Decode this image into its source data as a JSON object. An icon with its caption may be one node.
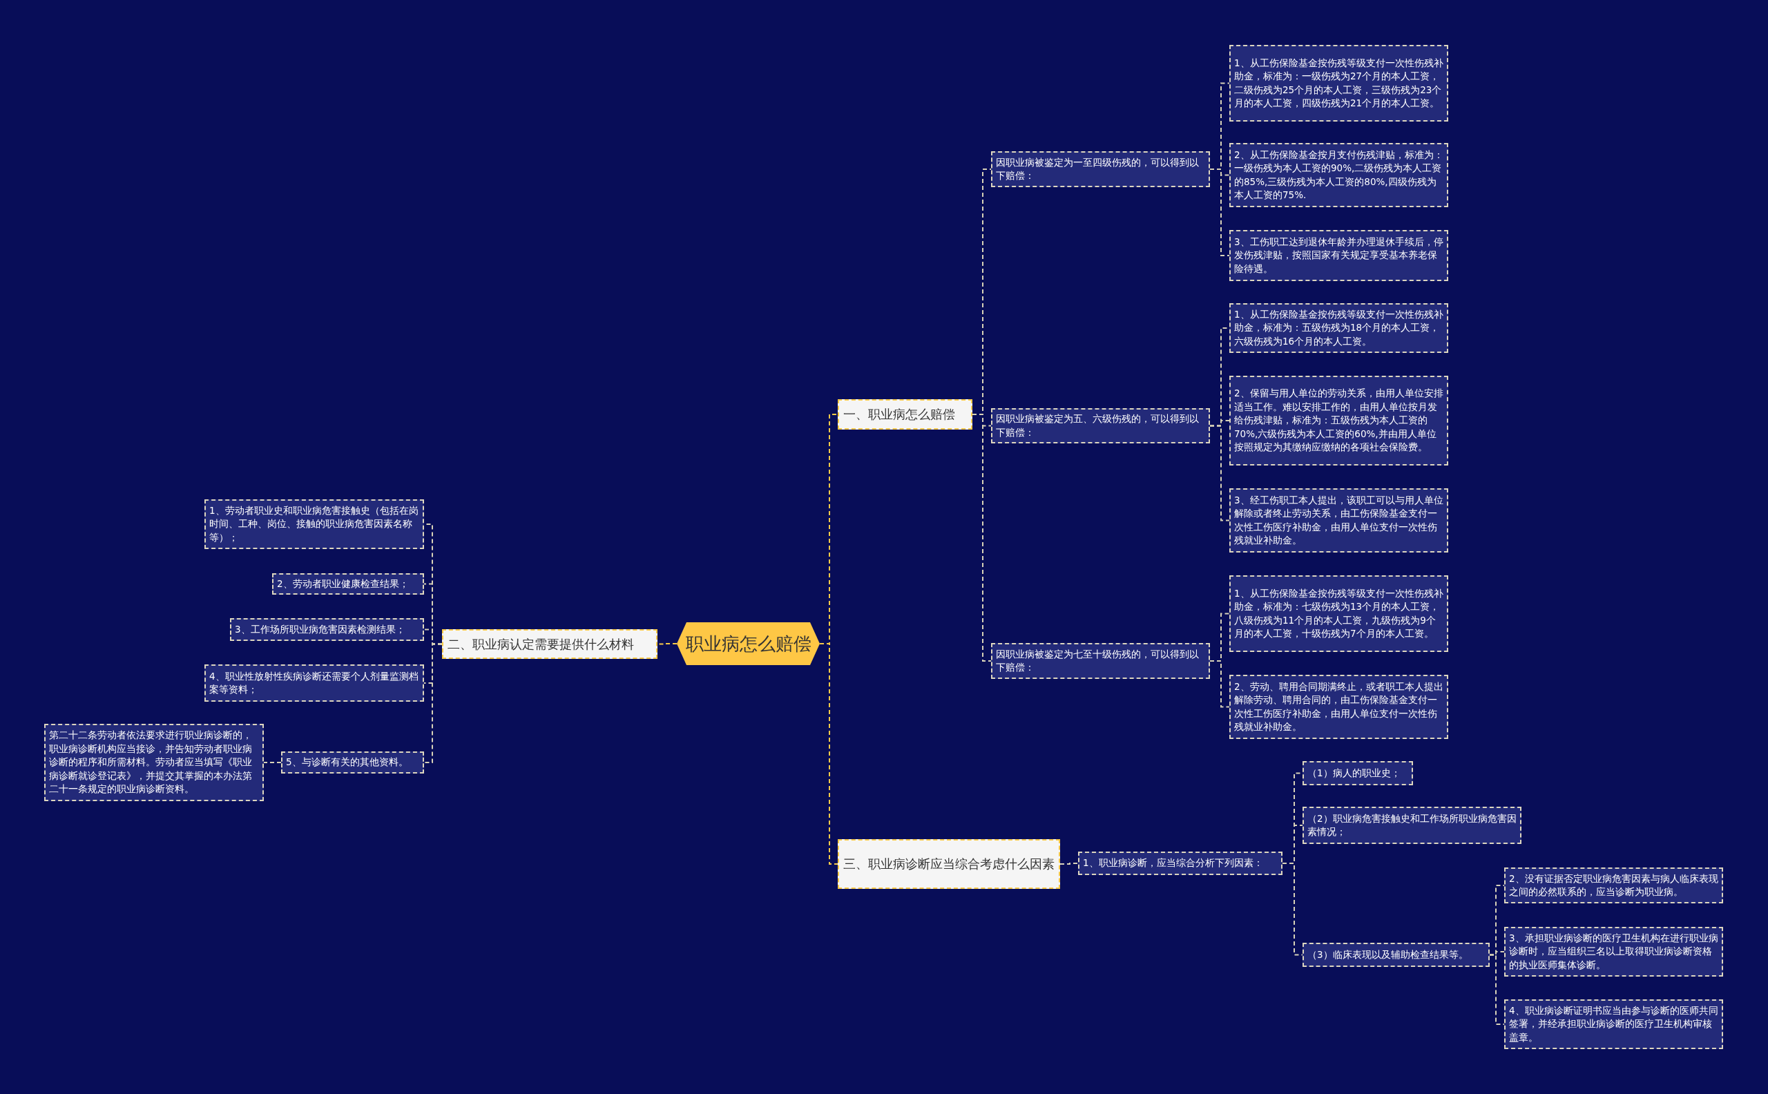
{
  "diagram": {
    "nodes": [
      {
        "text": [
          "职业病怎么赔偿"
        ]
      },
      {
        "text": [
          "一、职业病怎么赔偿"
        ]
      },
      {
        "text": [
          "因职业病被鉴定为一至四级伤残的，可以得到以下赔偿："
        ]
      },
      {
        "text": [
          "1、从工伤保险基金按伤残等级支付一次性伤残补助金，标准为：一级伤残为27个月的本人工资，二级伤残为25个月的本人工资，三级伤残为23个月的本人工资，四级伤残为21个月的本人工资。"
        ]
      },
      {
        "text": [
          "2、从工伤保险基金按月支付伤残津贴，标准为：一级伤残为本人工资的90%,二级伤残为本人工资的85%,三级伤残为本人工资的80%,四级伤残为本人工资的75%."
        ]
      },
      {
        "text": [
          "3、工伤职工达到退休年龄并办理退休手续后，停发伤残津贴，按照国家有关规定享受基本养老保险待遇。"
        ]
      },
      {
        "text": [
          "因职业病被鉴定为五、六级伤残的，可以得到以下赔偿："
        ]
      },
      {
        "text": [
          "1、从工伤保险基金按伤残等级支付一次性伤残补助金，标准为：五级伤残为18个月的本人工资，六级伤残为16个月的本人工资。"
        ]
      },
      {
        "text": [
          "2、保留与用人单位的劳动关系，由用人单位安排适当工作。难以安排工作的，由用人单位按月发给伤残津贴，标准为：五级伤残为本人工资的70%,六级伤残为本人工资的60%,并由用人单位按照规定为其缴纳应缴纳的各项社会保险费。"
        ]
      },
      {
        "text": [
          "3、经工伤职工本人提出，该职工可以与用人单位解除或者终止劳动关系，由工伤保险基金支付一次性工伤医疗补助金，由用人单位支付一次性伤残就业补助金。"
        ]
      },
      {
        "text": [
          "因职业病被鉴定为七至十级伤残的，可以得到以下赔偿："
        ]
      },
      {
        "text": [
          "1、从工伤保险基金按伤残等级支付一次性伤残补助金，标准为：七级伤残为13个月的本人工资，八级伤残为11个月的本人工资，九级伤残为9个月的本人工资，十级伤残为7个月的本人工资。"
        ]
      },
      {
        "text": [
          "2、劳动、聘用合同期满终止，或者职工本人提出解除劳动、聘用合同的，由工伤保险基金支付一次性工伤医疗补助金，由用人单位支付一次性伤残就业补助金。"
        ]
      },
      {
        "text": [
          "三、职业病诊断应当综合考虑什么因素"
        ]
      },
      {
        "text": [
          "1、职业病诊断，应当综合分析下列因素："
        ]
      },
      {
        "text": [
          "（1）病人的职业史；"
        ]
      },
      {
        "text": [
          "（2）职业病危害接触史和工作场所职业病危害因素情况；"
        ]
      },
      {
        "text": [
          "（3）临床表现以及辅助检查结果等。"
        ]
      },
      {
        "text": [
          "2、没有证据否定职业病危害因素与病人临床表现之间的必然联系的，应当诊断为职业病。"
        ]
      },
      {
        "text": [
          "3、承担职业病诊断的医疗卫生机构在进行职业病诊断时，应当组织三名以上取得职业病诊断资格的执业医师集体诊断。"
        ]
      },
      {
        "text": [
          "4、职业病诊断证明书应当由参与诊断的医师共同签署，并经承担职业病诊断的医疗卫生机构审核盖章。"
        ]
      },
      {
        "text": [
          "二、职业病认定需要提供什么材料"
        ]
      },
      {
        "text": [
          "1、劳动者职业史和职业病危害接触史（包括在岗时间、工种、岗位、接触的职业病危害因素名称等）；"
        ]
      },
      {
        "text": [
          "2、劳动者职业健康检查结果；"
        ]
      },
      {
        "text": [
          "3、工作场所职业病危害因素检测结果；"
        ]
      },
      {
        "text": [
          "4、职业性放射性疾病诊断还需要个人剂量监测档案等资料；"
        ]
      },
      {
        "text": [
          "5、与诊断有关的其他资料。"
        ]
      },
      {
        "text": [
          "第二十二条劳动者依法要求进行职业病诊断的，职业病诊断机构应当接诊，并告知劳动者职业病诊断的程序和所需材料。劳动者应当填写《职业病诊断就诊登记表》，并提交其掌握的本办法第二十一条规定的职业病诊断资料。"
        ]
      }
    ],
    "edges": [
      {
        "from": 0,
        "to": 1,
        "arrow": "none",
        "style": "dashed",
        "color": "#f7c948"
      },
      {
        "from": 0,
        "to": 13,
        "arrow": "none",
        "style": "dashed",
        "color": "#f7c948"
      },
      {
        "from": 0,
        "to": 21,
        "arrow": "none",
        "style": "dashed",
        "color": "#f7c948"
      },
      {
        "from": 1,
        "to": 2,
        "arrow": "none",
        "style": "dashed"
      },
      {
        "from": 1,
        "to": 6,
        "arrow": "none",
        "style": "dashed"
      },
      {
        "from": 1,
        "to": 10,
        "arrow": "none",
        "style": "dashed"
      },
      {
        "from": 2,
        "to": 3,
        "arrow": "none",
        "style": "dashed"
      },
      {
        "from": 2,
        "to": 4,
        "arrow": "none",
        "style": "dashed"
      },
      {
        "from": 2,
        "to": 5,
        "arrow": "none",
        "style": "dashed"
      },
      {
        "from": 6,
        "to": 7,
        "arrow": "none",
        "style": "dashed"
      },
      {
        "from": 6,
        "to": 8,
        "arrow": "none",
        "style": "dashed"
      },
      {
        "from": 6,
        "to": 9,
        "arrow": "none",
        "style": "dashed"
      },
      {
        "from": 10,
        "to": 11,
        "arrow": "none",
        "style": "dashed"
      },
      {
        "from": 10,
        "to": 12,
        "arrow": "none",
        "style": "dashed"
      },
      {
        "from": 13,
        "to": 14,
        "arrow": "none",
        "style": "dashed"
      },
      {
        "from": 14,
        "to": 15,
        "arrow": "none",
        "style": "dashed"
      },
      {
        "from": 14,
        "to": 16,
        "arrow": "none",
        "style": "dashed"
      },
      {
        "from": 14,
        "to": 17,
        "arrow": "none",
        "style": "dashed"
      },
      {
        "from": 17,
        "to": 18,
        "arrow": "none",
        "style": "dashed"
      },
      {
        "from": 17,
        "to": 19,
        "arrow": "none",
        "style": "dashed"
      },
      {
        "from": 17,
        "to": 20,
        "arrow": "none",
        "style": "dashed"
      },
      {
        "from": 21,
        "to": 22,
        "arrow": "none",
        "style": "dashed"
      },
      {
        "from": 21,
        "to": 23,
        "arrow": "none",
        "style": "dashed"
      },
      {
        "from": 21,
        "to": 24,
        "arrow": "none",
        "style": "dashed"
      },
      {
        "from": 21,
        "to": 25,
        "arrow": "none",
        "style": "dashed"
      },
      {
        "from": 21,
        "to": 26,
        "arrow": "none",
        "style": "dashed"
      },
      {
        "from": 26,
        "to": 27,
        "arrow": "none",
        "style": "dashed"
      }
    ]
  }
}
